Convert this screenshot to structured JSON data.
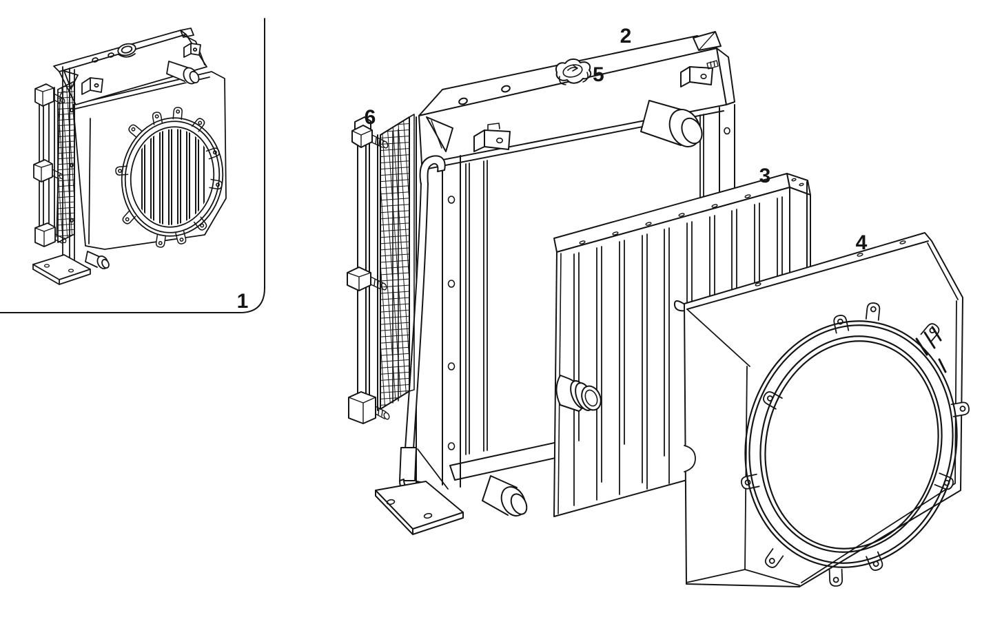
{
  "figure": {
    "kind": "exploded-parts-line-drawing",
    "subject": "radiator assembly exploded view with inset of assembled unit",
    "background_color": "#ffffff",
    "ink_color": "#141414"
  },
  "callouts": [
    {
      "label": "1"
    },
    {
      "label": "2"
    },
    {
      "label": "3"
    },
    {
      "label": "4"
    },
    {
      "label": "5"
    },
    {
      "label": "6"
    }
  ]
}
